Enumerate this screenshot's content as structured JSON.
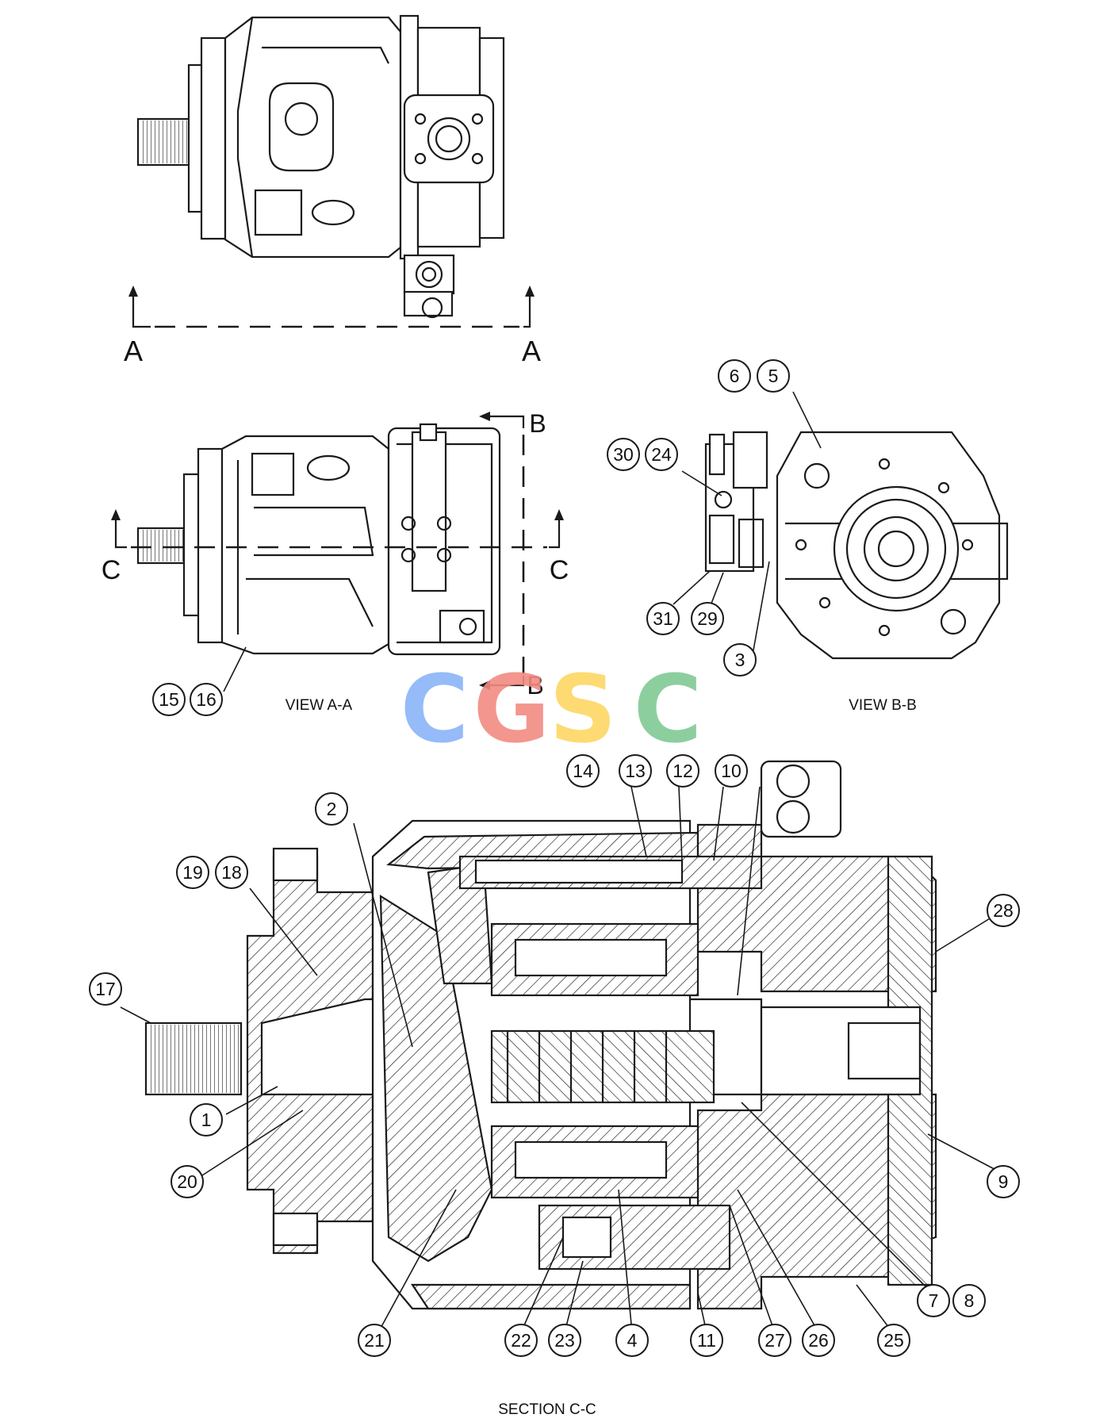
{
  "captions": {
    "view_aa": "VIEW A-A",
    "view_bb": "VIEW B-B",
    "section_cc": "SECTION C-C"
  },
  "section_letters": {
    "a_left": "A",
    "a_right": "A",
    "b_top": "B",
    "b_bottom": "B",
    "c_left": "C",
    "c_right": "C"
  },
  "watermark": {
    "letters": [
      "C",
      "G",
      "S",
      "C"
    ],
    "colors": [
      "#8ab4f8",
      "#f28b82",
      "#fdd663",
      "#81c995"
    ]
  },
  "callouts": {
    "c1": "1",
    "c2": "2",
    "c3": "3",
    "c4": "4",
    "c5": "5",
    "c6": "6",
    "c7": "7",
    "c8": "8",
    "c9": "9",
    "c10": "10",
    "c11": "11",
    "c12": "12",
    "c13": "13",
    "c14": "14",
    "c15": "15",
    "c16": "16",
    "c17": "17",
    "c18": "18",
    "c19": "19",
    "c20": "20",
    "c21": "21",
    "c22": "22",
    "c23": "23",
    "c24": "24",
    "c25": "25",
    "c26": "26",
    "c27": "27",
    "c28": "28",
    "c29": "29",
    "c30": "30",
    "c31": "31"
  }
}
